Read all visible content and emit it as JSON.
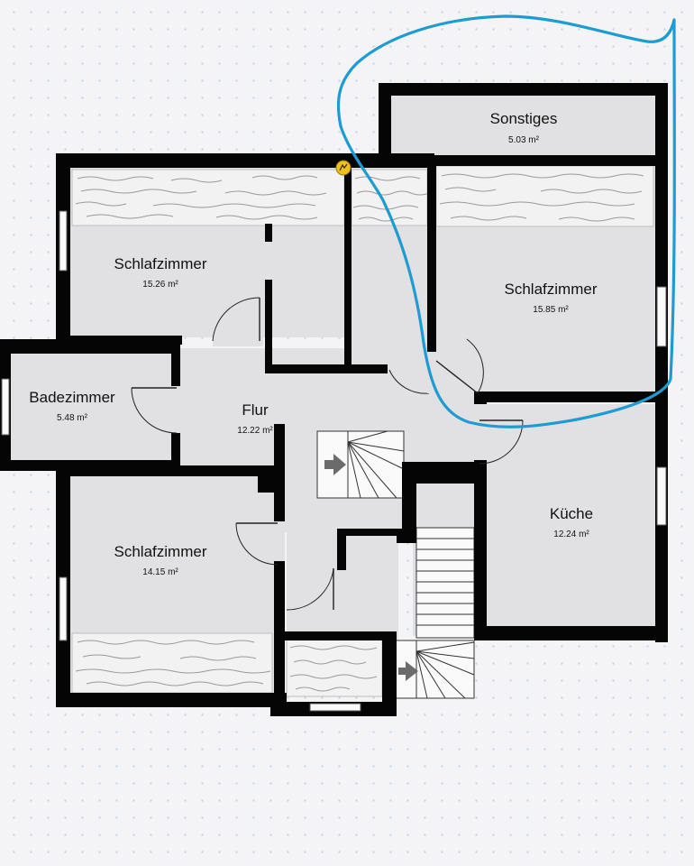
{
  "rooms": [
    {
      "id": "sonstiges",
      "name": "Sonstiges",
      "area": "5.03 m²"
    },
    {
      "id": "schlafzimmer_nw",
      "name": "Schlafzimmer",
      "area": "15.26 m²"
    },
    {
      "id": "schlafzimmer_ne",
      "name": "Schlafzimmer",
      "area": "15.85 m²"
    },
    {
      "id": "badezimmer",
      "name": "Badezimmer",
      "area": "5.48 m²"
    },
    {
      "id": "flur",
      "name": "Flur",
      "area": "12.22 m²"
    },
    {
      "id": "kueche",
      "name": "Küche",
      "area": "12.24 m²"
    },
    {
      "id": "schlafzimmer_sw",
      "name": "Schlafzimmer",
      "area": "14.15 m²"
    }
  ],
  "colors": {
    "wall": "#050505",
    "room_fill": "#e1e1e3",
    "annotation": "#1e9bd1",
    "marker": "#f0c020",
    "stair_arrow": "#6b6b6b"
  },
  "icons": [
    "stair-direction-arrow-icon",
    "wall-marker-icon"
  ]
}
